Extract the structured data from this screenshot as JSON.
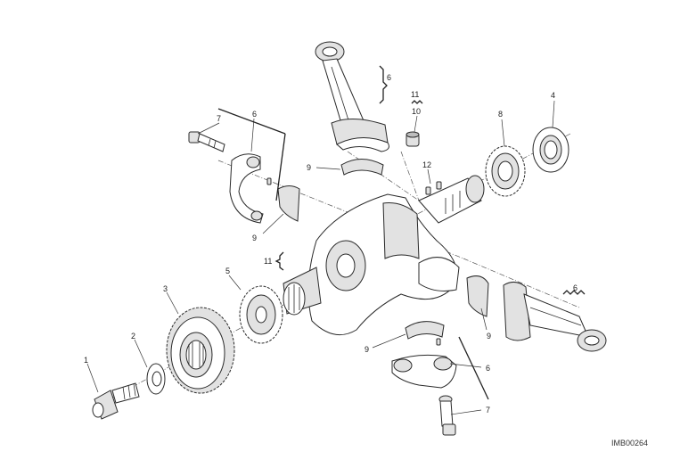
{
  "callouts": {
    "c1": "1",
    "c2": "2",
    "c3": "3",
    "c4": "4",
    "c5": "5",
    "c6_top_rod": "6",
    "c6_left_cap": "6",
    "c6_right_rod": "6",
    "c6_bottom_cap": "6",
    "c7_top": "7",
    "c7_bottom": "7",
    "c8": "8",
    "c9_upper": "9",
    "c9_left": "9",
    "c9_right": "9",
    "c9_bottom": "9",
    "c10": "10",
    "c11_top": "11",
    "c11_left": "11",
    "c12": "12"
  },
  "diagram_code": "IMB00264"
}
